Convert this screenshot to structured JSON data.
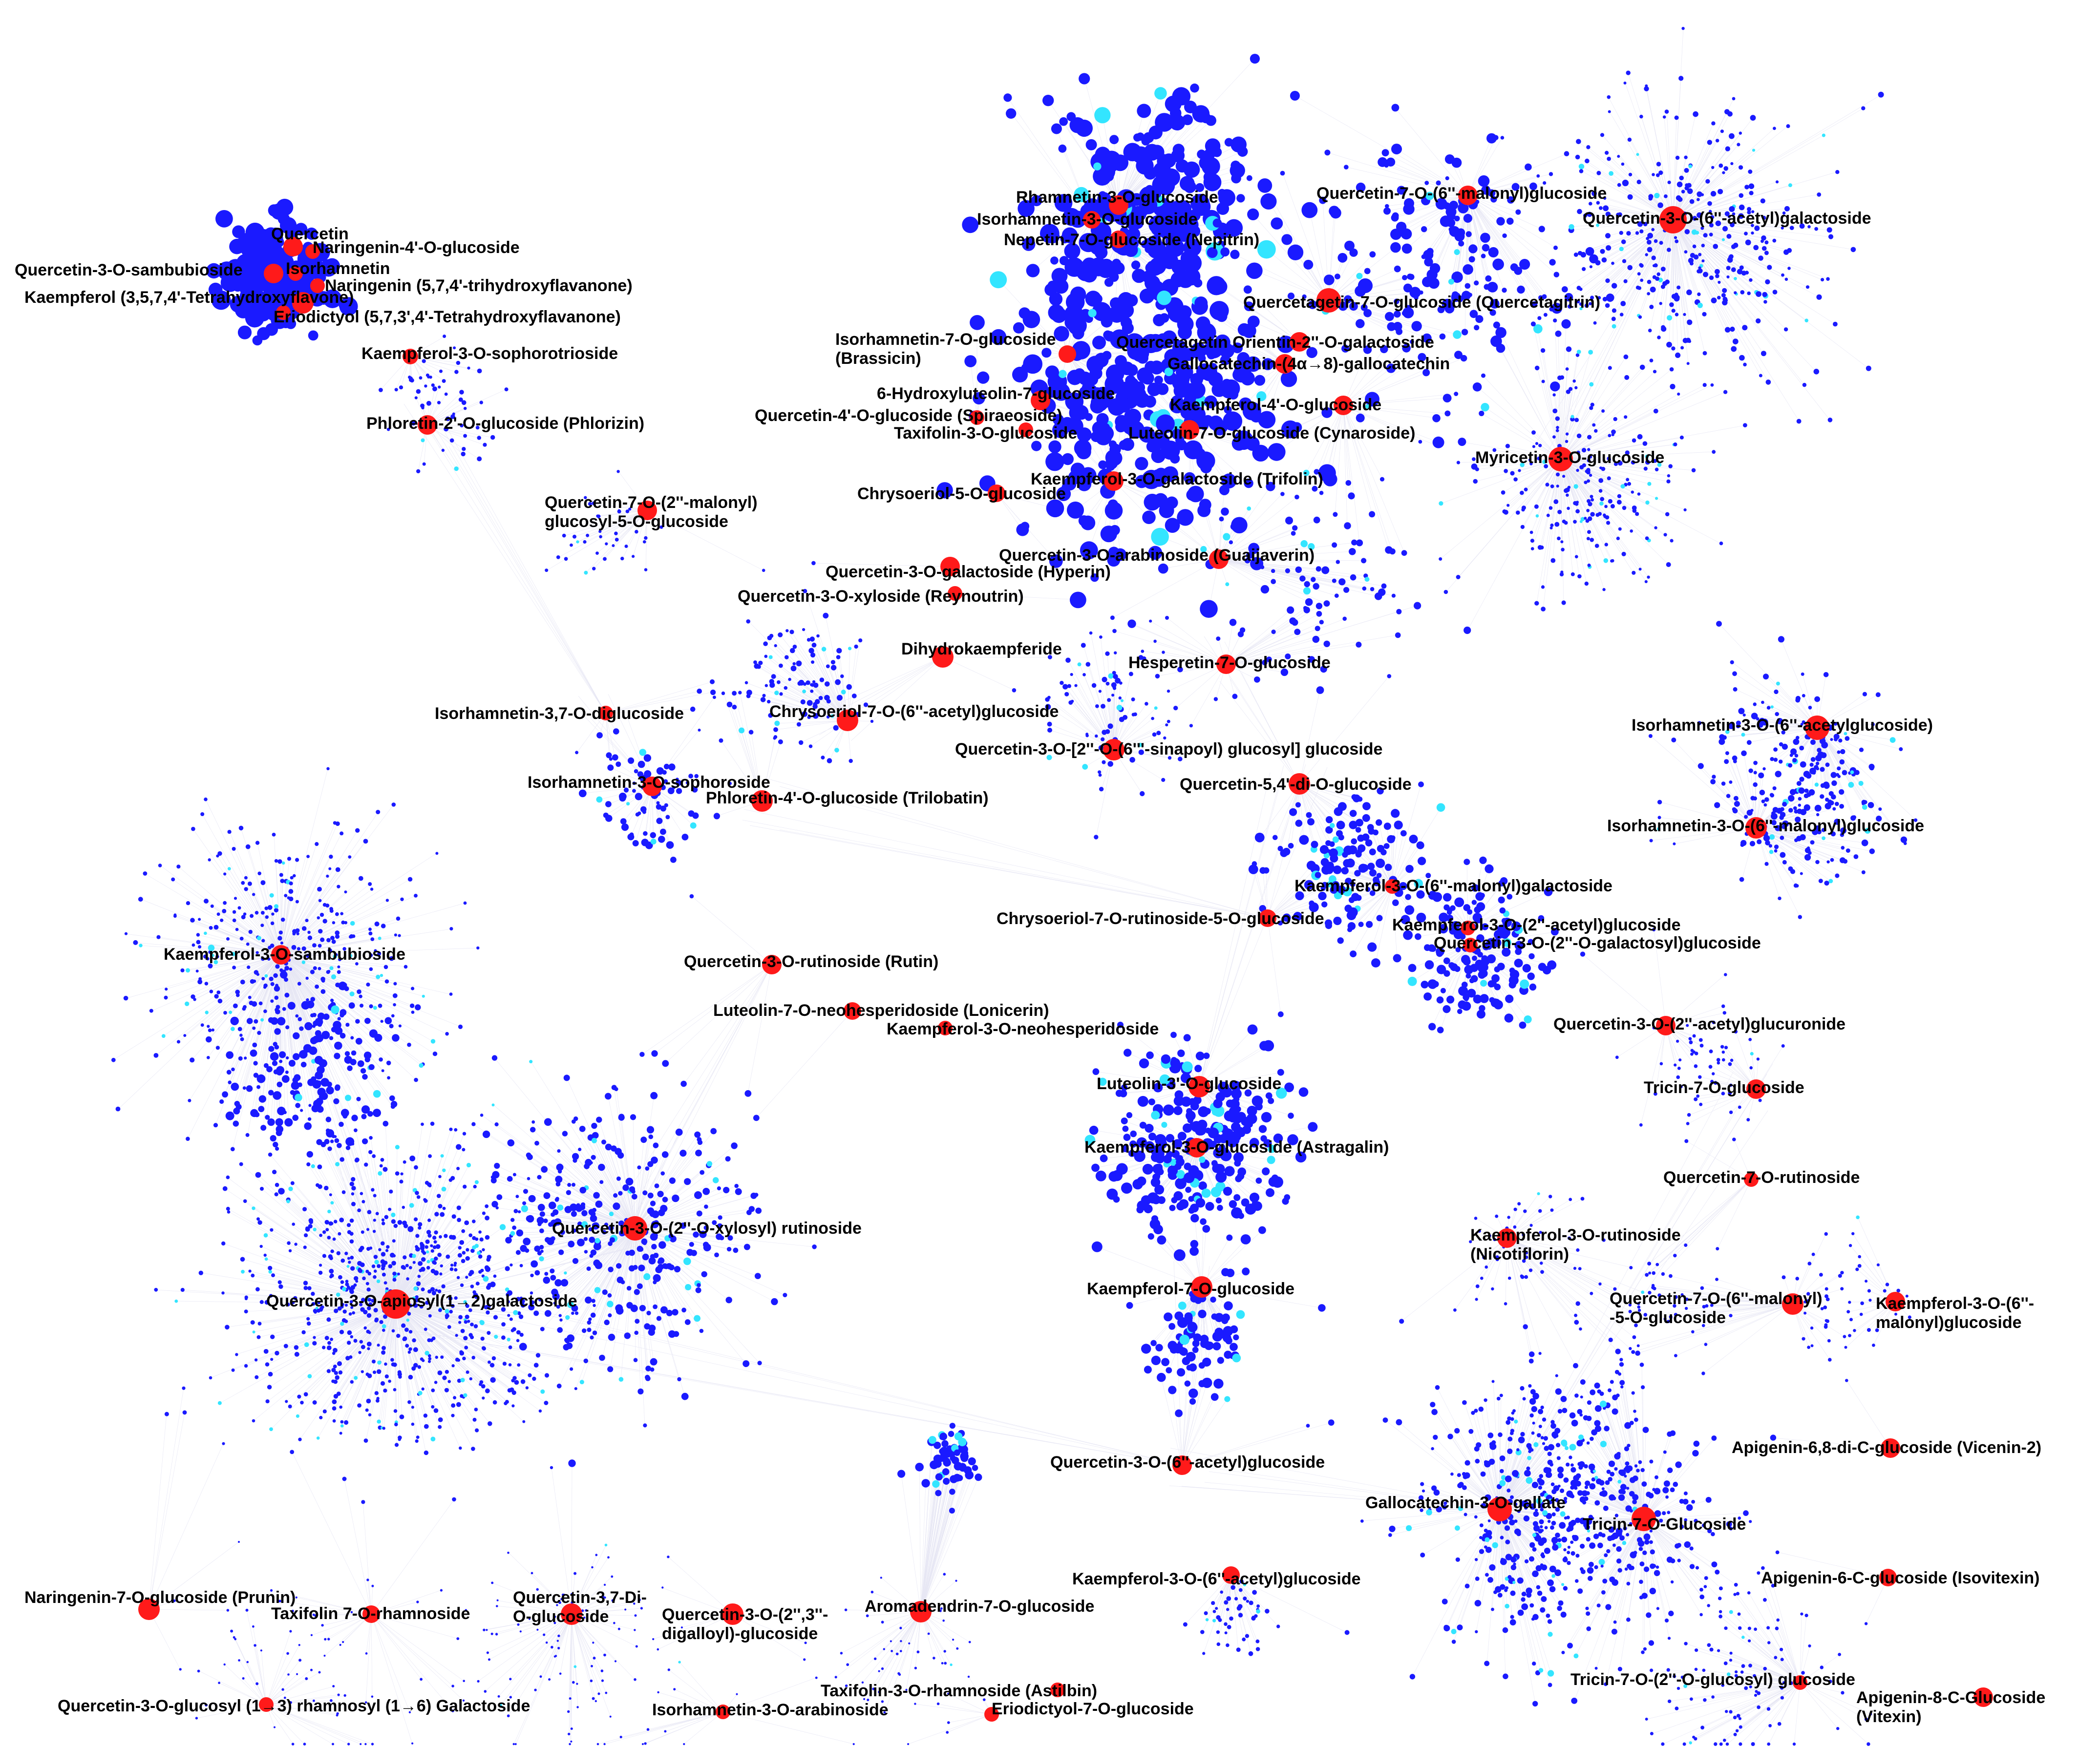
{
  "colors": {
    "hub": "#ff1a1a",
    "target": "#1a1aff",
    "target_alt": "#33e5ff",
    "edge": "#c9c9e6",
    "label": "#000000"
  },
  "hubs": [
    {
      "id": "quercetin",
      "label": [
        "Quercetin"
      ]
    },
    {
      "id": "naringenin-4-glc",
      "label": [
        "Naringenin-4'-O-glucoside"
      ]
    },
    {
      "id": "q3-sambubioside",
      "label": [
        "Quercetin-3-O-sambubioside"
      ]
    },
    {
      "id": "isorhamnetin",
      "label": [
        "Isorhamnetin"
      ]
    },
    {
      "id": "naringenin",
      "label": [
        "Naringenin (5,7,4'-trihydroxyflavanone)"
      ]
    },
    {
      "id": "kaempferol",
      "label": [
        "Kaempferol (3,5,7,4'-Tetrahydroxyflavone)"
      ]
    },
    {
      "id": "eriodictyol",
      "label": [
        "Eriodictyol (5,7,3',4'-Tetrahydroxyflavanone)"
      ]
    },
    {
      "id": "k3-sophorotrioside",
      "label": [
        "Kaempferol-3-O-sophorotrioside"
      ]
    },
    {
      "id": "phlorizin",
      "label": [
        "Phloretin-2'-O-glucoside (Phlorizin)"
      ]
    },
    {
      "id": "q7-malonyl",
      "label": [
        "Quercetin-7-O-(2''-malonyl)",
        "glucosyl-5-O-glucoside"
      ]
    },
    {
      "id": "rhamnetin-3-glc",
      "label": [
        "Rhamnetin-3-O-glucoside"
      ]
    },
    {
      "id": "isorh-3-glc",
      "label": [
        "Isorhamnetin-3-O-glucoside"
      ]
    },
    {
      "id": "nepitrin",
      "label": [
        "Nepetin-7-O-glucoside (Nepitrin)"
      ]
    },
    {
      "id": "q7-6malonyl",
      "label": [
        "Quercetin-7-O-(6''-malonyl)glucoside"
      ]
    },
    {
      "id": "q3-6acetylgal",
      "label": [
        "Quercetin-3-O-(6''-acetyl)galactoside"
      ]
    },
    {
      "id": "quercetagitrin",
      "label": [
        "Quercetagetin-7-O-glucoside (Quercetagitrin)"
      ]
    },
    {
      "id": "brassicin",
      "label": [
        "Isorhamnetin-7-O-glucoside",
        "(Brassicin)"
      ]
    },
    {
      "id": "orientin-gal",
      "label": [
        "Quercetagetin Orientin-2''-O-galactoside"
      ]
    },
    {
      "id": "gallocatechin-dimer",
      "label": [
        "Gallocatechin-(4α→8)-gallocatechin"
      ]
    },
    {
      "id": "6oh-luteolin",
      "label": [
        "6-Hydroxyluteolin-7-glucoside"
      ]
    },
    {
      "id": "k4-glc",
      "label": [
        "Kaempferol-4'-O-glucoside"
      ]
    },
    {
      "id": "spiraeoside",
      "label": [
        "Quercetin-4'-O-glucoside (Spiraeoside)"
      ]
    },
    {
      "id": "taxifolin-3-glc",
      "label": [
        "Taxifolin-3-O-glucoside"
      ]
    },
    {
      "id": "cynaroside",
      "label": [
        "Luteolin-7-O-glucoside (Cynaroside)"
      ]
    },
    {
      "id": "myricetin-3-glc",
      "label": [
        "Myricetin-3-O-glucoside"
      ]
    },
    {
      "id": "trifolin",
      "label": [
        "Kaempferol-3-O-galactoside (Trifolin)"
      ]
    },
    {
      "id": "chrysoeriol-5-glc",
      "label": [
        "Chrysoeriol-5-O-glucoside"
      ]
    },
    {
      "id": "guaijaverin",
      "label": [
        "Quercetin-3-O-arabinoside (Guaijaverin)"
      ]
    },
    {
      "id": "hyperin",
      "label": [
        "Quercetin-3-O-galactoside (Hyperin)"
      ]
    },
    {
      "id": "reynoutrin",
      "label": [
        "Quercetin-3-O-xyloside (Reynoutrin)"
      ]
    },
    {
      "id": "dihydrokaempferide",
      "label": [
        "Dihydrokaempferide"
      ]
    },
    {
      "id": "hesperetin-7-glc",
      "label": [
        "Hesperetin-7-O-glucoside"
      ]
    },
    {
      "id": "isorh-37-diglc",
      "label": [
        "Isorhamnetin-3,7-O-diglucoside"
      ]
    },
    {
      "id": "chrysoeriol-acetyl",
      "label": [
        "Chrysoeriol-7-O-(6''-acetyl)glucoside"
      ]
    },
    {
      "id": "isorh-3-6acetyl",
      "label": [
        "Isorhamnetin-3-O-(6''-acetylglucoside)"
      ]
    },
    {
      "id": "q3-sinapoyl",
      "label": [
        "Quercetin-3-O-[2''-O-(6'''-sinapoyl) glucosyl] glucoside"
      ]
    },
    {
      "id": "q54-diglc",
      "label": [
        "Quercetin-5,4'-di-O-glucoside"
      ]
    },
    {
      "id": "isorh-3-sophoroside",
      "label": [
        "Isorhamnetin-3-O-sophoroside"
      ]
    },
    {
      "id": "trilobatin",
      "label": [
        "Phloretin-4'-O-glucoside (Trilobatin)"
      ]
    },
    {
      "id": "isorh-3-6malonyl",
      "label": [
        "Isorhamnetin-3-O-(6''-malonyl)glucoside"
      ]
    },
    {
      "id": "k3-6malonylgal",
      "label": [
        "Kaempferol-3-O-(6''-malonyl)galactoside"
      ]
    },
    {
      "id": "k3-sambubioside",
      "label": [
        "Kaempferol-3-O-sambubioside"
      ]
    },
    {
      "id": "chrysoeriol-rut",
      "label": [
        "Chrysoeriol-7-O-rutinoside-5-O-glucoside"
      ]
    },
    {
      "id": "k3-2acetyl",
      "label": [
        "Kaempferol-3-O-(2''-acetyl)glucoside"
      ]
    },
    {
      "id": "q3-2galactosyl",
      "label": [
        "Quercetin-3-O-(2''-O-galactosyl)glucoside"
      ]
    },
    {
      "id": "rutin",
      "label": [
        "Quercetin-3-O-rutinoside (Rutin)"
      ]
    },
    {
      "id": "lonicerin",
      "label": [
        "Luteolin-7-O-neohesperidoside (Lonicerin)"
      ]
    },
    {
      "id": "k3-neohesp",
      "label": [
        "Kaempferol-3-O-neohesperidoside"
      ]
    },
    {
      "id": "q3-2acetylglcA",
      "label": [
        "Quercetin-3-O-(2''-acetyl)glucuronide"
      ]
    },
    {
      "id": "luteolin-3-glc",
      "label": [
        "Luteolin-3'-O-glucoside"
      ]
    },
    {
      "id": "tricin-7-glc",
      "label": [
        "Tricin-7-O-glucoside"
      ]
    },
    {
      "id": "astragalin",
      "label": [
        "Kaempferol-3-O-glucoside (Astragalin)"
      ]
    },
    {
      "id": "q7-rutinoside",
      "label": [
        "Quercetin-7-O-rutinoside"
      ]
    },
    {
      "id": "q3-xylosylrut",
      "label": [
        "Quercetin-3-O-(2''-O-xylosyl) rutinoside"
      ]
    },
    {
      "id": "nicotiflorin",
      "label": [
        "Kaempferol-3-O-rutinoside",
        "(Nicotiflorin)"
      ]
    },
    {
      "id": "k7-glc",
      "label": [
        "Kaempferol-7-O-glucoside"
      ]
    },
    {
      "id": "q3-apiosyl",
      "label": [
        "Quercetin-3-O-apiosyl(1→2)galactoside"
      ]
    },
    {
      "id": "q7-6malonyl-5glc",
      "label": [
        "Quercetin-7-O-(6''-malonyl)",
        "-5-O-glucoside"
      ]
    },
    {
      "id": "k3-6malonylglc",
      "label": [
        "Kaempferol-3-O-(6''-",
        "malonyl)glucoside"
      ]
    },
    {
      "id": "q3-6acetylglc",
      "label": [
        "Quercetin-3-O-(6''-acetyl)glucoside"
      ]
    },
    {
      "id": "vicenin",
      "label": [
        "Apigenin-6,8-di-C-glucoside (Vicenin-2)"
      ]
    },
    {
      "id": "gallocatechin-gallate",
      "label": [
        "Gallocatechin-3-O-gallate"
      ]
    },
    {
      "id": "tricin-7-glc2",
      "label": [
        "Tricin-7-O-Glucoside"
      ]
    },
    {
      "id": "isovitexin",
      "label": [
        "Apigenin-6-C-glucoside (Isovitexin)"
      ]
    },
    {
      "id": "k3-6acetylglc",
      "label": [
        "Kaempferol-3-O-(6''-acetyl)glucoside"
      ]
    },
    {
      "id": "prunin",
      "label": [
        "Naringenin-7-O-glucoside (Prunin)"
      ]
    },
    {
      "id": "taxifolin-7-rha",
      "label": [
        "Taxifolin 7-O-rhamnoside"
      ]
    },
    {
      "id": "q37-diglc",
      "label": [
        "Quercetin-3,7-Di-",
        "O-glucoside"
      ]
    },
    {
      "id": "q3-digalloyl",
      "label": [
        "Quercetin-3-O-(2'',3''-",
        "digalloyl)-glucoside"
      ]
    },
    {
      "id": "aromadendrin",
      "label": [
        "Aromadendrin-7-O-glucoside"
      ]
    },
    {
      "id": "tricin-7-glcglc",
      "label": [
        "Tricin-7-O-(2''-O-glucosyl) glucoside"
      ]
    },
    {
      "id": "astilbin",
      "label": [
        "Taxifolin-3-O-rhamnoside (Astilbin)"
      ]
    },
    {
      "id": "vitexin",
      "label": [
        "Apigenin-8-C-Glucoside",
        "(Vitexin)"
      ]
    },
    {
      "id": "q3-glcrhagal",
      "label": [
        "Quercetin-3-O-glucosyl (1→3) rhamnosyl (1→6) Galactoside"
      ]
    },
    {
      "id": "isorh-3-arabinoside",
      "label": [
        "Isorhamnetin-3-O-arabinoside"
      ]
    },
    {
      "id": "eriodictyol-7-glc",
      "label": [
        "Eriodictyol-7-O-glucoside"
      ]
    }
  ]
}
